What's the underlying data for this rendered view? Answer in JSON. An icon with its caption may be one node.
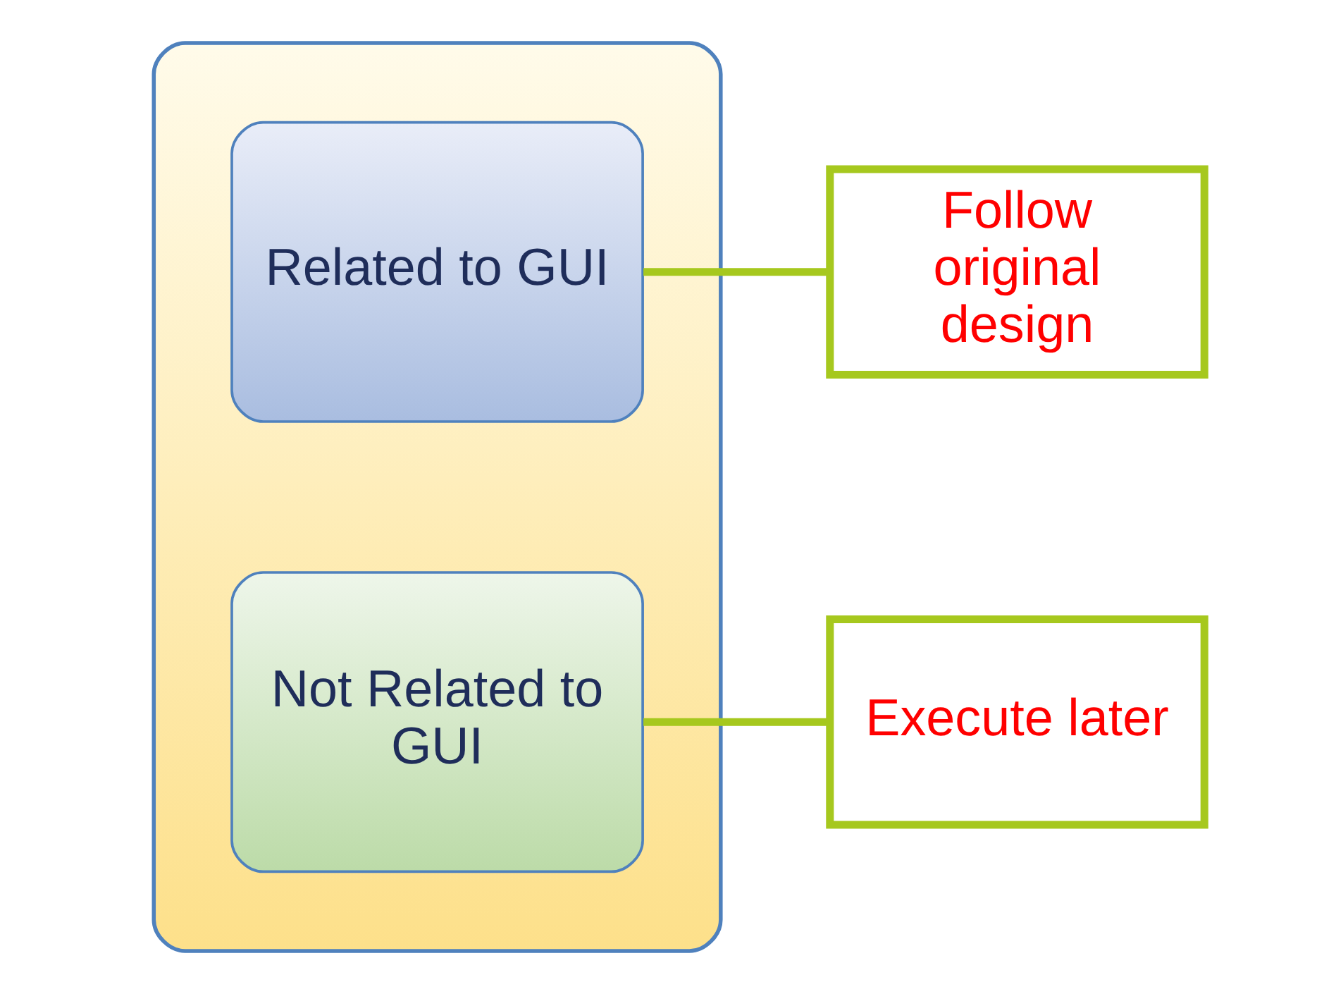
{
  "diagram": {
    "nodes": [
      {
        "text": [],
        "shape": "box"
      },
      {
        "text": [
          "Related to GUI"
        ],
        "in": 0
      },
      {
        "text": [
          "Not Related to GUI"
        ],
        "in": 0
      },
      {
        "text": [
          "Follow original design"
        ]
      },
      {
        "text": [
          "Execute later"
        ]
      }
    ],
    "edges": [
      {
        "from": 3,
        "to": 1,
        "arrow": "none"
      },
      {
        "from": 4,
        "to": 2,
        "arrow": "none"
      }
    ]
  }
}
